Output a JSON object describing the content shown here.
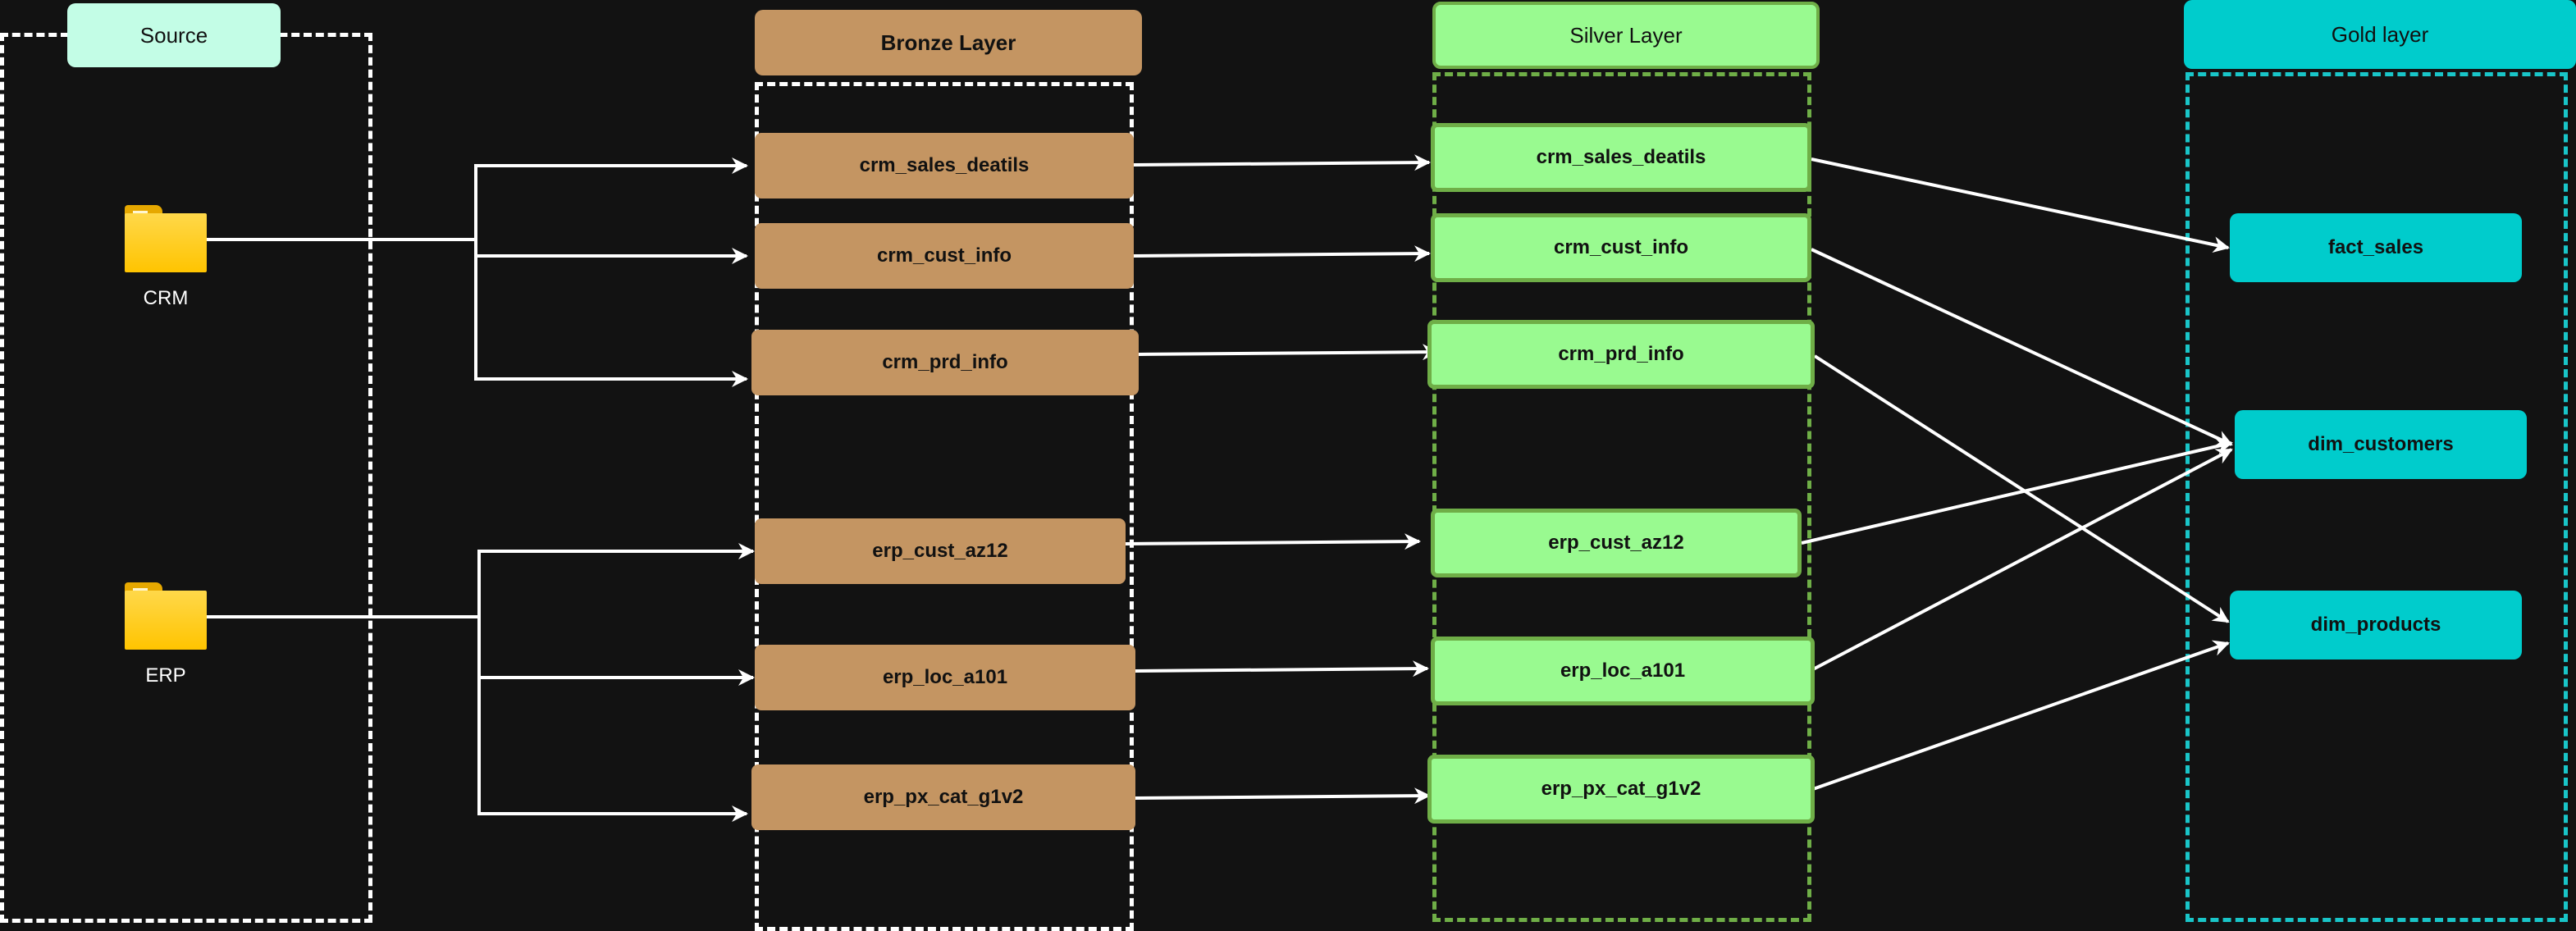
{
  "layers": {
    "source": "Source",
    "bronze": "Bronze Layer",
    "silver": "Silver Layer",
    "gold": "Gold layer"
  },
  "sources": {
    "crm": "CRM",
    "erp": "ERP"
  },
  "bronze_tables": {
    "crm_sales": "crm_sales_deatils",
    "crm_cust": "crm_cust_info",
    "crm_prd": "crm_prd_info",
    "erp_cust": "erp_cust_az12",
    "erp_loc": "erp_loc_a101",
    "erp_px": "erp_px_cat_g1v2"
  },
  "silver_tables": {
    "crm_sales": "crm_sales_deatils",
    "crm_cust": "crm_cust_info",
    "crm_prd": "crm_prd_info",
    "erp_cust": "erp_cust_az12",
    "erp_loc": "erp_loc_a101",
    "erp_px": "erp_px_cat_g1v2"
  },
  "gold_tables": {
    "fact_sales": "fact_sales",
    "dim_customers": "dim_customers",
    "dim_products": "dim_products"
  },
  "colors": {
    "background": "#121212",
    "bronze": "#c49562",
    "silver": "#99fa90",
    "silver_border": "#6fae47",
    "gold": "#00cccc",
    "source_header": "#c3fde6",
    "arrow": "#ffffff"
  },
  "icons": {
    "source": "folder-icon"
  }
}
